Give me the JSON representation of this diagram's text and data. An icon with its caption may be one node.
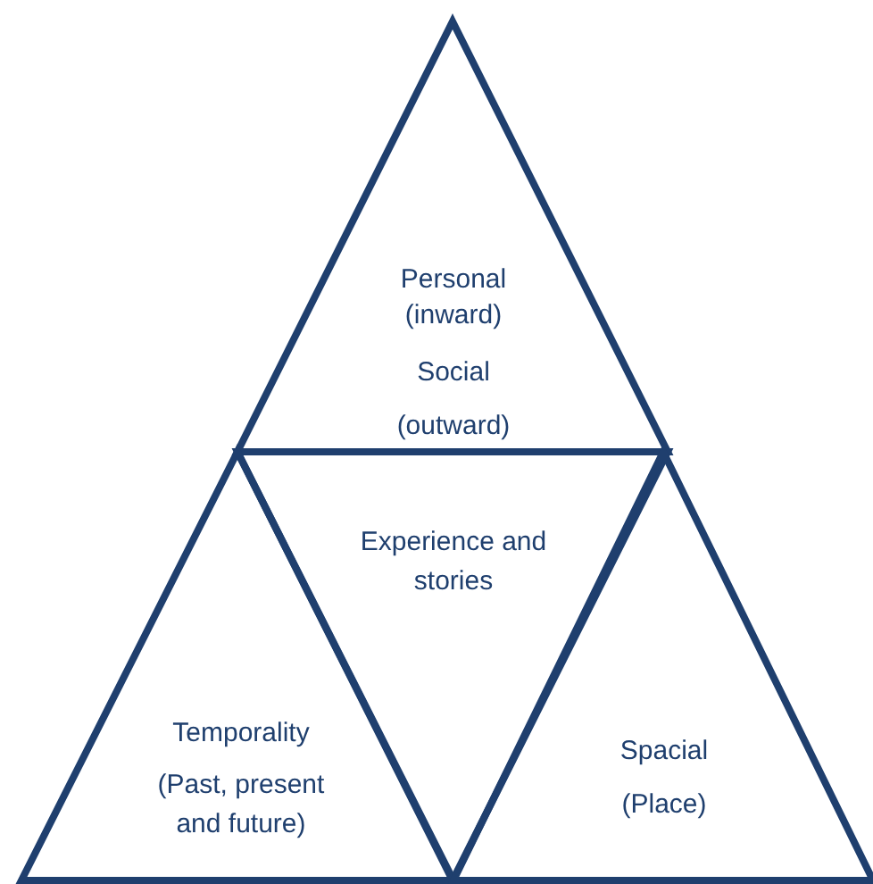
{
  "diagram": {
    "nodes": [
      {
        "text": [
          "Personal (inward)",
          "Social (outward)"
        ]
      },
      {
        "text": [
          "Experience and stories"
        ]
      },
      {
        "text": [
          "Temporality",
          "(Past, present and future)"
        ]
      },
      {
        "text": [
          "Spacial",
          "(Place)"
        ]
      }
    ]
  }
}
